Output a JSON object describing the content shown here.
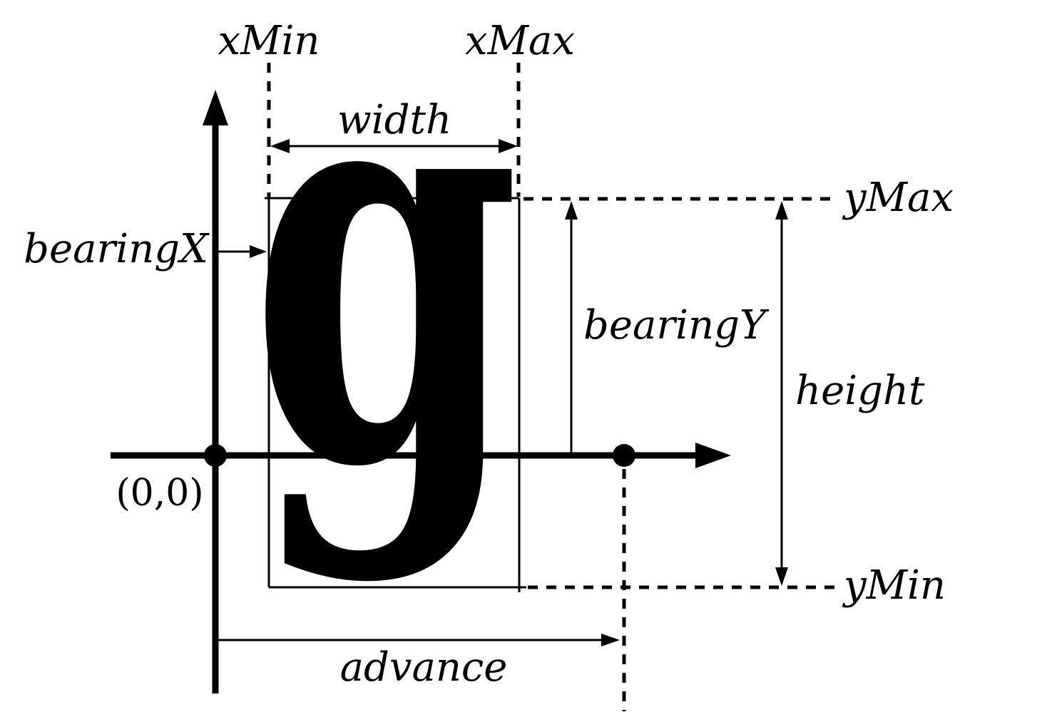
{
  "page": {
    "background_color": "#ffffff",
    "ink_color": "#000000"
  },
  "diagram": {
    "type": "glyph-metrics-diagram",
    "glyph": "g",
    "origin_label": "(0,0)",
    "labels": {
      "xMin": "xMin",
      "xMax": "xMax",
      "width": "width",
      "bearingX": "bearingX",
      "bearingY": "bearingY",
      "yMax": "yMax",
      "yMin": "yMin",
      "height": "height",
      "advance": "advance"
    }
  }
}
